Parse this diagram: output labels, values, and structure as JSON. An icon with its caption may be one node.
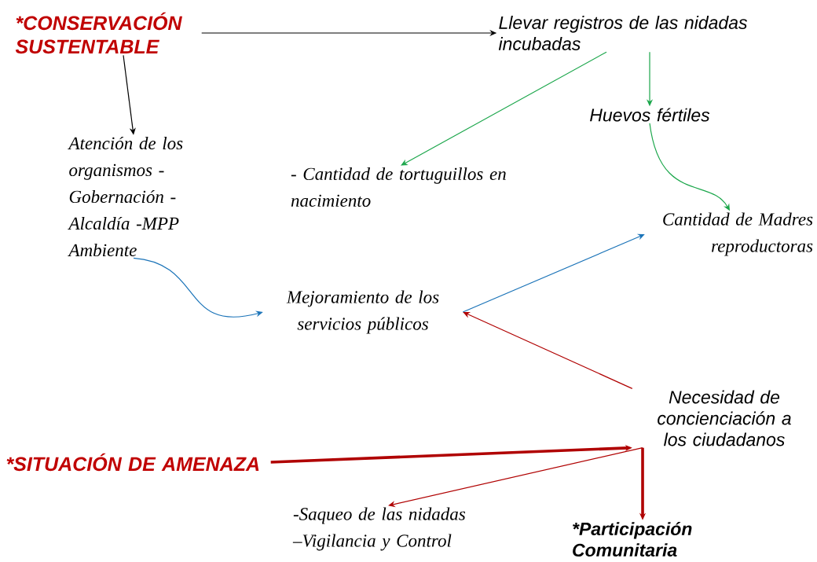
{
  "diagram": {
    "nodes": [
      {
        "text": [
          "*CONSERVACIÓN SUSTENTABLE"
        ]
      },
      {
        "text": [
          "Llevar registros de las nidadas incubadas"
        ]
      },
      {
        "text": [
          "Atención de los organismos - Gobernación - Alcaldía -MPP Ambiente"
        ]
      },
      {
        "text": [
          "- Cantidad de tortuguillos en nacimiento"
        ]
      },
      {
        "text": [
          "Huevos fértiles"
        ]
      },
      {
        "text": [
          "Cantidad de Madres reproductoras"
        ]
      },
      {
        "text": [
          "Mejoramiento de los servicios públicos"
        ]
      },
      {
        "text": [
          "Necesidad de concienciación a los ciudadanos"
        ]
      },
      {
        "text": [
          "*SITUACIÓN DE AMENAZA"
        ]
      },
      {
        "text": [
          "-Saqueo de las nidadas –Vigilancia y Control"
        ]
      },
      {
        "text": [
          "*Participación Comunitaria"
        ]
      }
    ],
    "edges": [
      {
        "from": 0,
        "to": 1,
        "arrow": "to",
        "color": "#000000"
      },
      {
        "from": 0,
        "to": 2,
        "arrow": "to",
        "color": "#000000"
      },
      {
        "from": 1,
        "to": 3,
        "arrow": "to",
        "color": "#1aa64a"
      },
      {
        "from": 1,
        "to": 4,
        "arrow": "to",
        "color": "#1aa64a"
      },
      {
        "from": 4,
        "to": 5,
        "arrow": "to",
        "color": "#1aa64a"
      },
      {
        "from": 2,
        "to": 6,
        "arrow": "to",
        "color": "#1a73b8"
      },
      {
        "from": 6,
        "to": 5,
        "arrow": "to",
        "color": "#1a73b8"
      },
      {
        "from": 7,
        "to": 6,
        "arrow": "to",
        "color": "#b00000"
      },
      {
        "from": 8,
        "to": 7,
        "arrow": "to",
        "color": "#b00000",
        "style": "thick"
      },
      {
        "from": 7,
        "to": 9,
        "arrow": "to",
        "color": "#b00000"
      },
      {
        "from": 7,
        "to": 10,
        "arrow": "to",
        "color": "#b00000",
        "style": "thick"
      }
    ]
  }
}
